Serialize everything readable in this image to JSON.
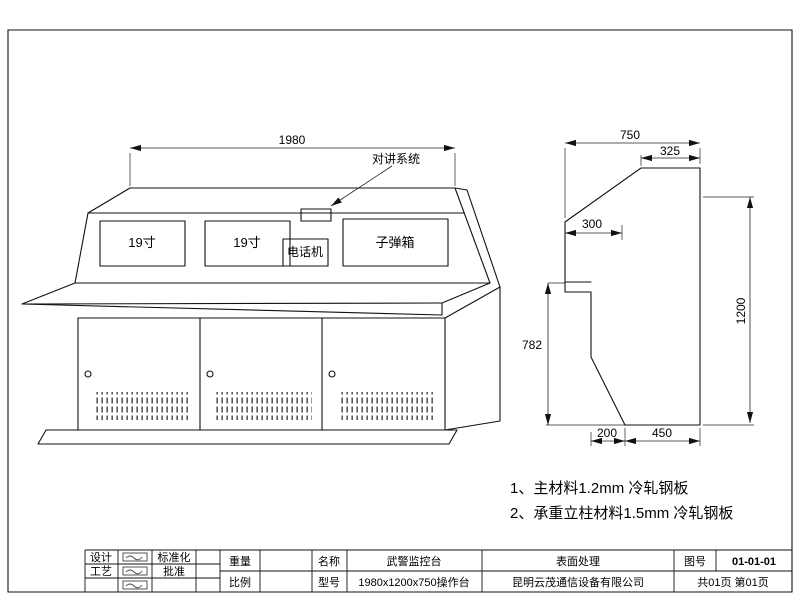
{
  "front": {
    "dim_width": "1980",
    "callout": "对讲系统",
    "screen_left": "19寸",
    "screen_mid": "19寸",
    "bullet_box": "子弹箱",
    "phone": "电话机"
  },
  "side": {
    "dim_depth_total": "750",
    "dim_top_depth": "325",
    "dim_slope_depth": "300",
    "dim_desk_height": "782",
    "dim_total_height": "1200",
    "dim_toe_offset": "200",
    "dim_base_depth": "450"
  },
  "notes": {
    "line1": "1、主材料1.2mm 冷轧钢板",
    "line2": "2、承重立柱材料1.5mm 冷轧钢板"
  },
  "title_block": {
    "design": "设计",
    "craft": "工艺",
    "standardization": "标准化",
    "approval": "批准",
    "weight": "重量",
    "scale": "比例",
    "name_label": "名称",
    "name": "武警监控台",
    "model_label": "型号",
    "model": "1980x1200x750操作台",
    "surface_label": "表面处理",
    "company": "昆明云茂通信设备有限公司",
    "drawing_no_label": "图号",
    "drawing_no": "01-01-01",
    "pages": "共01页 第01页"
  }
}
